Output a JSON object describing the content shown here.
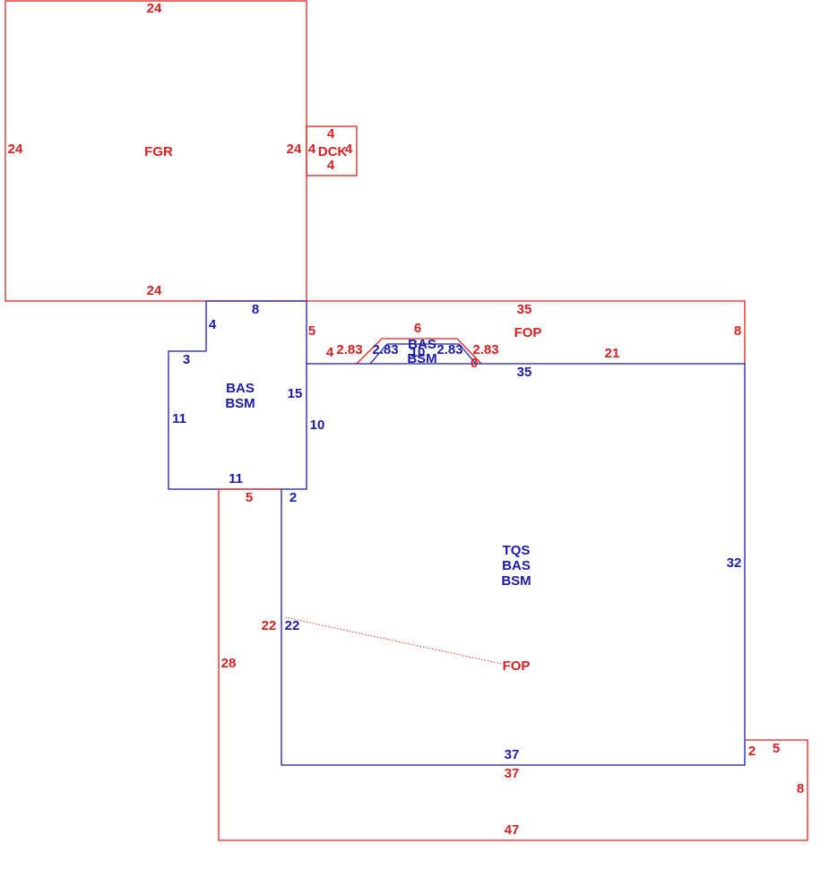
{
  "colors": {
    "red": "#d62020",
    "blue": "#1a1aa8"
  },
  "areas": {
    "fgr": "FGR",
    "dck": "DCK",
    "fop_top": "FOP",
    "bas_left": "BAS",
    "bsm_left": "BSM",
    "bas_small": "BAS",
    "bsm_small": "BSM",
    "tqs_main": "TQS",
    "bas_main": "BAS",
    "bsm_main": "BSM",
    "fop_main": "FOP"
  },
  "dims": {
    "fgr_top": "24",
    "fgr_left": "24",
    "fgr_right": "24",
    "fgr_bottom": "24",
    "dck_top": "4",
    "dck_left": "4",
    "dck_right": "4",
    "dck_bottom": "4",
    "fop_top": "35",
    "fop_right": "8",
    "fop_left": "5",
    "fop_mid": "21",
    "bay_top": "6",
    "bay_left": "4",
    "bay_diag_l_red": "2.83",
    "bay_diag_r_red": "2.83",
    "bay_zero": "0",
    "bay_diag_l_blue": "2.83",
    "bay_diag_r_blue": "2.83",
    "bay_inner": "10",
    "bas_top": "8",
    "bas_notch_v": "4",
    "bas_notch_h": "3",
    "bas_left": "11",
    "bas_bottom": "11",
    "bas_right_upper": "15",
    "bas_right_lower": "10",
    "main_top": "35",
    "main_right": "32",
    "main_bottom": "37",
    "main_left": "22",
    "main_notch": "2",
    "fop_left_label": "22",
    "fop_outer_left": "28",
    "fop_top_left": "5",
    "fop_bottom_inner": "37",
    "fop_bottom": "47",
    "fop_right_top": "5",
    "fop_right_notch": "2"
  }
}
